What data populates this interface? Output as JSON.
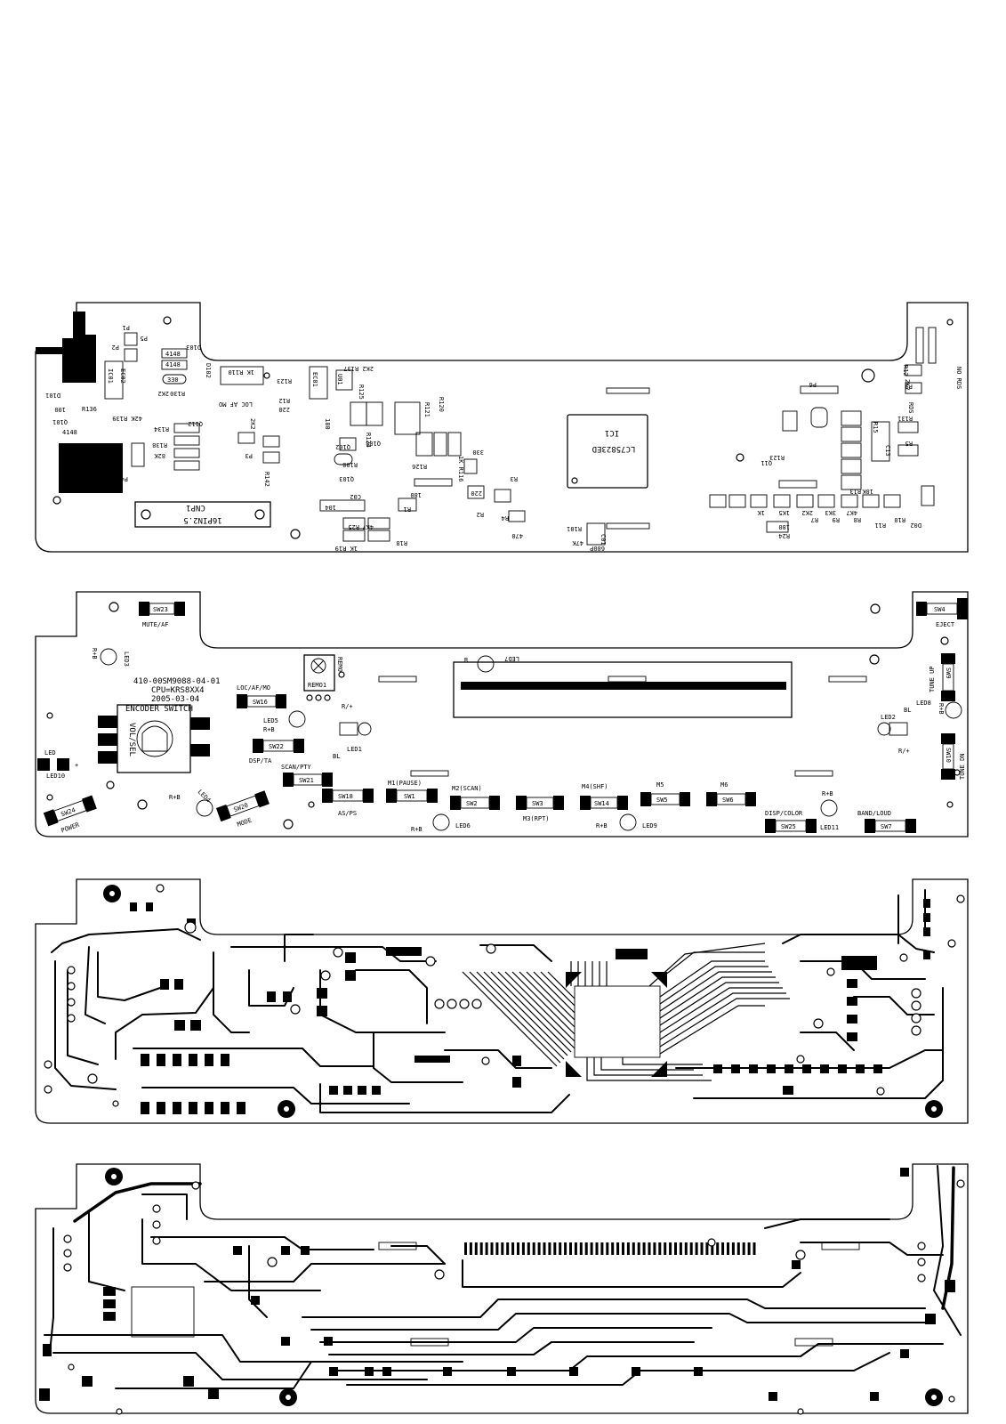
{
  "panel1": {
    "ic1": {
      "ref": "IC1",
      "part": "LC75823ED"
    },
    "connector": {
      "ref": "CNP1",
      "label": "16PIN2.5"
    },
    "labels": [
      {
        "id": "p1",
        "text": "P1"
      },
      {
        "id": "p2",
        "text": "P2"
      },
      {
        "id": "p5",
        "text": "P5"
      },
      {
        "id": "d103",
        "text": "D103"
      },
      {
        "id": "d102",
        "text": "D102"
      },
      {
        "id": "c_4148a",
        "text": "4148"
      },
      {
        "id": "c_4148b",
        "text": "4148"
      },
      {
        "id": "r330",
        "text": "330"
      },
      {
        "id": "ec02",
        "text": "EC02"
      },
      {
        "id": "ic01",
        "text": "IC01"
      },
      {
        "id": "r110",
        "text": "1K R110"
      },
      {
        "id": "ec01",
        "text": "EC01"
      },
      {
        "id": "u01",
        "text": "U01"
      },
      {
        "id": "r137",
        "text": "2K2 R137"
      },
      {
        "id": "r130",
        "text": "R130"
      },
      {
        "id": "r2k2",
        "text": "2K2"
      },
      {
        "id": "loc_af_mo",
        "text": "LOC AF MO"
      },
      {
        "id": "d101",
        "text": "D101"
      },
      {
        "id": "c100",
        "text": "100"
      },
      {
        "id": "q101",
        "text": "Q101"
      },
      {
        "id": "r136",
        "text": "R136"
      },
      {
        "id": "r4148",
        "text": "4148"
      },
      {
        "id": "r139",
        "text": "42K R139"
      },
      {
        "id": "r134",
        "text": "R134"
      },
      {
        "id": "r138",
        "text": "R138"
      },
      {
        "id": "r82k",
        "text": "82K"
      },
      {
        "id": "p4",
        "text": "P4"
      },
      {
        "id": "p3",
        "text": "P3"
      },
      {
        "id": "r2k2b",
        "text": "2K2"
      },
      {
        "id": "r142",
        "text": "R142"
      },
      {
        "id": "r123",
        "text": "R123"
      },
      {
        "id": "r220",
        "text": "220"
      },
      {
        "id": "r12b",
        "text": "R12"
      },
      {
        "id": "q112",
        "text": "Q112"
      },
      {
        "id": "r125",
        "text": "R125"
      },
      {
        "id": "c180",
        "text": "180"
      },
      {
        "id": "r120",
        "text": "R120"
      },
      {
        "id": "r121",
        "text": "R121"
      },
      {
        "id": "r124",
        "text": "R124"
      },
      {
        "id": "q108",
        "text": "Q108"
      },
      {
        "id": "q102",
        "text": "Q102"
      },
      {
        "id": "q103",
        "text": "Q103"
      },
      {
        "id": "r108",
        "text": "R108"
      },
      {
        "id": "r126",
        "text": "R126"
      },
      {
        "id": "r116",
        "text": "1K R116"
      },
      {
        "id": "r330b",
        "text": "330"
      },
      {
        "id": "r3",
        "text": "R3"
      },
      {
        "id": "r220b",
        "text": "220"
      },
      {
        "id": "r2",
        "text": "R2"
      },
      {
        "id": "r4",
        "text": "R4"
      },
      {
        "id": "r470",
        "text": "470"
      },
      {
        "id": "r1",
        "text": "R1"
      },
      {
        "id": "r180",
        "text": "180"
      },
      {
        "id": "c02",
        "text": "C02"
      },
      {
        "id": "c104",
        "text": "104"
      },
      {
        "id": "r25",
        "text": "R25"
      },
      {
        "id": "r4k7",
        "text": "4K7"
      },
      {
        "id": "r18",
        "text": "R18"
      },
      {
        "id": "r19",
        "text": "1K R19"
      },
      {
        "id": "r101",
        "text": "R101"
      },
      {
        "id": "r47k",
        "text": "47K"
      },
      {
        "id": "c01",
        "text": "C01"
      },
      {
        "id": "c680p",
        "text": "680P"
      },
      {
        "id": "rds",
        "text": "RDS"
      },
      {
        "id": "no_rds",
        "text": "NO RDS"
      },
      {
        "id": "p6",
        "text": "P6"
      },
      {
        "id": "p9",
        "text": "P9"
      },
      {
        "id": "r2k2c",
        "text": "2K2"
      },
      {
        "id": "r12c",
        "text": "R12"
      },
      {
        "id": "c13",
        "text": "C13"
      },
      {
        "id": "r10",
        "text": "R10"
      },
      {
        "id": "r11",
        "text": "R11"
      },
      {
        "id": "r8",
        "text": "R8"
      },
      {
        "id": "r9",
        "text": "R9"
      },
      {
        "id": "r7",
        "text": "R7"
      },
      {
        "id": "r180b",
        "text": "180"
      },
      {
        "id": "r24",
        "text": "R24"
      },
      {
        "id": "r4k7b",
        "text": "4K7"
      },
      {
        "id": "r3k3",
        "text": "3K3"
      },
      {
        "id": "r2k2d",
        "text": "2K2"
      },
      {
        "id": "r1k5",
        "text": "1K5"
      },
      {
        "id": "r1k",
        "text": "1K"
      },
      {
        "id": "r18k",
        "text": "18K"
      },
      {
        "id": "r18b",
        "text": "R13"
      },
      {
        "id": "q11",
        "text": "Q11"
      },
      {
        "id": "d02",
        "text": "D02"
      },
      {
        "id": "r15",
        "text": "R15"
      },
      {
        "id": "r123b",
        "text": "R123"
      },
      {
        "id": "r131",
        "text": "R131"
      },
      {
        "id": "r5",
        "text": "R5"
      }
    ]
  },
  "panel2": {
    "doc_number": "410-00SM9088-04-01",
    "cpu": "CPU=KRS8XX4",
    "date": "2005-03-04",
    "encoder_label": "ENCODER SWITCH",
    "vol_sel": "VOL/SEL",
    "remo_ref": "REMO",
    "remo_part": "REMO1",
    "switches": [
      {
        "id": "mute_af",
        "ref": "SW23",
        "label": "MUTE/AF"
      },
      {
        "id": "eject",
        "ref": "SW4",
        "label": "EJECT"
      },
      {
        "id": "loc_af_mo",
        "ref": "SW16",
        "label": "LOC/AF/MO"
      },
      {
        "id": "dsp_ta",
        "ref": "SW22",
        "label": "DSP/TA"
      },
      {
        "id": "scan_pty",
        "ref": "SW21",
        "label": "SCAN/PTY"
      },
      {
        "id": "as_ps",
        "ref": "SW18",
        "label": "AS/PS"
      },
      {
        "id": "m1",
        "ref": "SW1",
        "label": "M1(PAUSE)"
      },
      {
        "id": "m2",
        "ref": "SW2",
        "label": "M2(SCAN)"
      },
      {
        "id": "m3",
        "ref": "SW3",
        "label": "M3(RPT)"
      },
      {
        "id": "m4",
        "ref": "SW14",
        "label": "M4(SHF)"
      },
      {
        "id": "m5",
        "ref": "SW5",
        "label": "M5"
      },
      {
        "id": "m6",
        "ref": "SW6",
        "label": "M6"
      },
      {
        "id": "disp_color",
        "ref": "SW25",
        "label": "DISP/COLOR"
      },
      {
        "id": "band_loud",
        "ref": "SW7",
        "label": "BAND/LOUD"
      },
      {
        "id": "power",
        "ref": "SW24",
        "label": "POWER"
      },
      {
        "id": "mode",
        "ref": "SW20",
        "label": "MODE"
      },
      {
        "id": "tune_up",
        "ref": "SW9",
        "label": "TUNE UP"
      },
      {
        "id": "tune_dn",
        "ref": "SW10",
        "label": "TUNE DN"
      }
    ],
    "leds": [
      {
        "id": "led1",
        "label": "LED1"
      },
      {
        "id": "led2",
        "label": "LED2"
      },
      {
        "id": "led3",
        "label": "LED3"
      },
      {
        "id": "led4",
        "label": "LED4"
      },
      {
        "id": "led5",
        "label": "LED5"
      },
      {
        "id": "led6",
        "label": "LED6"
      },
      {
        "id": "led7",
        "label": "LED7"
      },
      {
        "id": "led8",
        "label": "LED8"
      },
      {
        "id": "led9",
        "label": "LED9"
      },
      {
        "id": "led10",
        "label": "LED10"
      },
      {
        "id": "led11",
        "label": "LED11"
      },
      {
        "id": "led",
        "label": "LED"
      }
    ],
    "misc": {
      "rplus": "R+B",
      "r_slash": "R/+",
      "bl": "BL",
      "r": "R",
      "plus": "+"
    }
  }
}
